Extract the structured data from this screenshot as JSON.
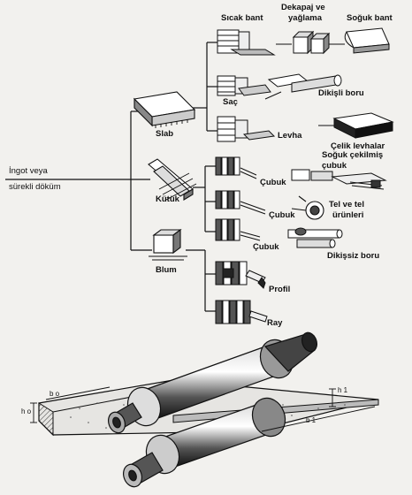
{
  "flow": {
    "source": {
      "line1": "İngot veya",
      "line2": "sürekli döküm"
    },
    "semis": {
      "slab": "Slab",
      "kutuk": "Kütük",
      "blum": "Blum"
    },
    "slab_products": {
      "sicak_bant": "Sıcak bant",
      "dekapaj_line1": "Dekapaj ve",
      "dekapaj_line2": "yağlama",
      "soguk_bant": "Soğuk bant",
      "sac": "Saç",
      "dikisli_boru": "Dikişli boru",
      "levha": "Levha",
      "celik_levhalar": "Çelik levhalar"
    },
    "kutuk_products": {
      "soguk_cekilmis_line1": "Soğuk çekilmiş",
      "soguk_cekilmis_line2": "çubuk",
      "cubuk_1": "Çubuk",
      "cubuk_2": "Çubuk",
      "tel_line1": "Tel ve tel",
      "tel_line2": "ürünleri",
      "cubuk_3": "Çubuk",
      "dikissiz_boru": "Dikişsiz boru"
    },
    "blum_products": {
      "profil": "Profil",
      "ray": "Ray"
    }
  },
  "rolling_diagram": {
    "h0": "h o",
    "b0": "b o",
    "h1": "h 1",
    "b1": "b 1"
  }
}
